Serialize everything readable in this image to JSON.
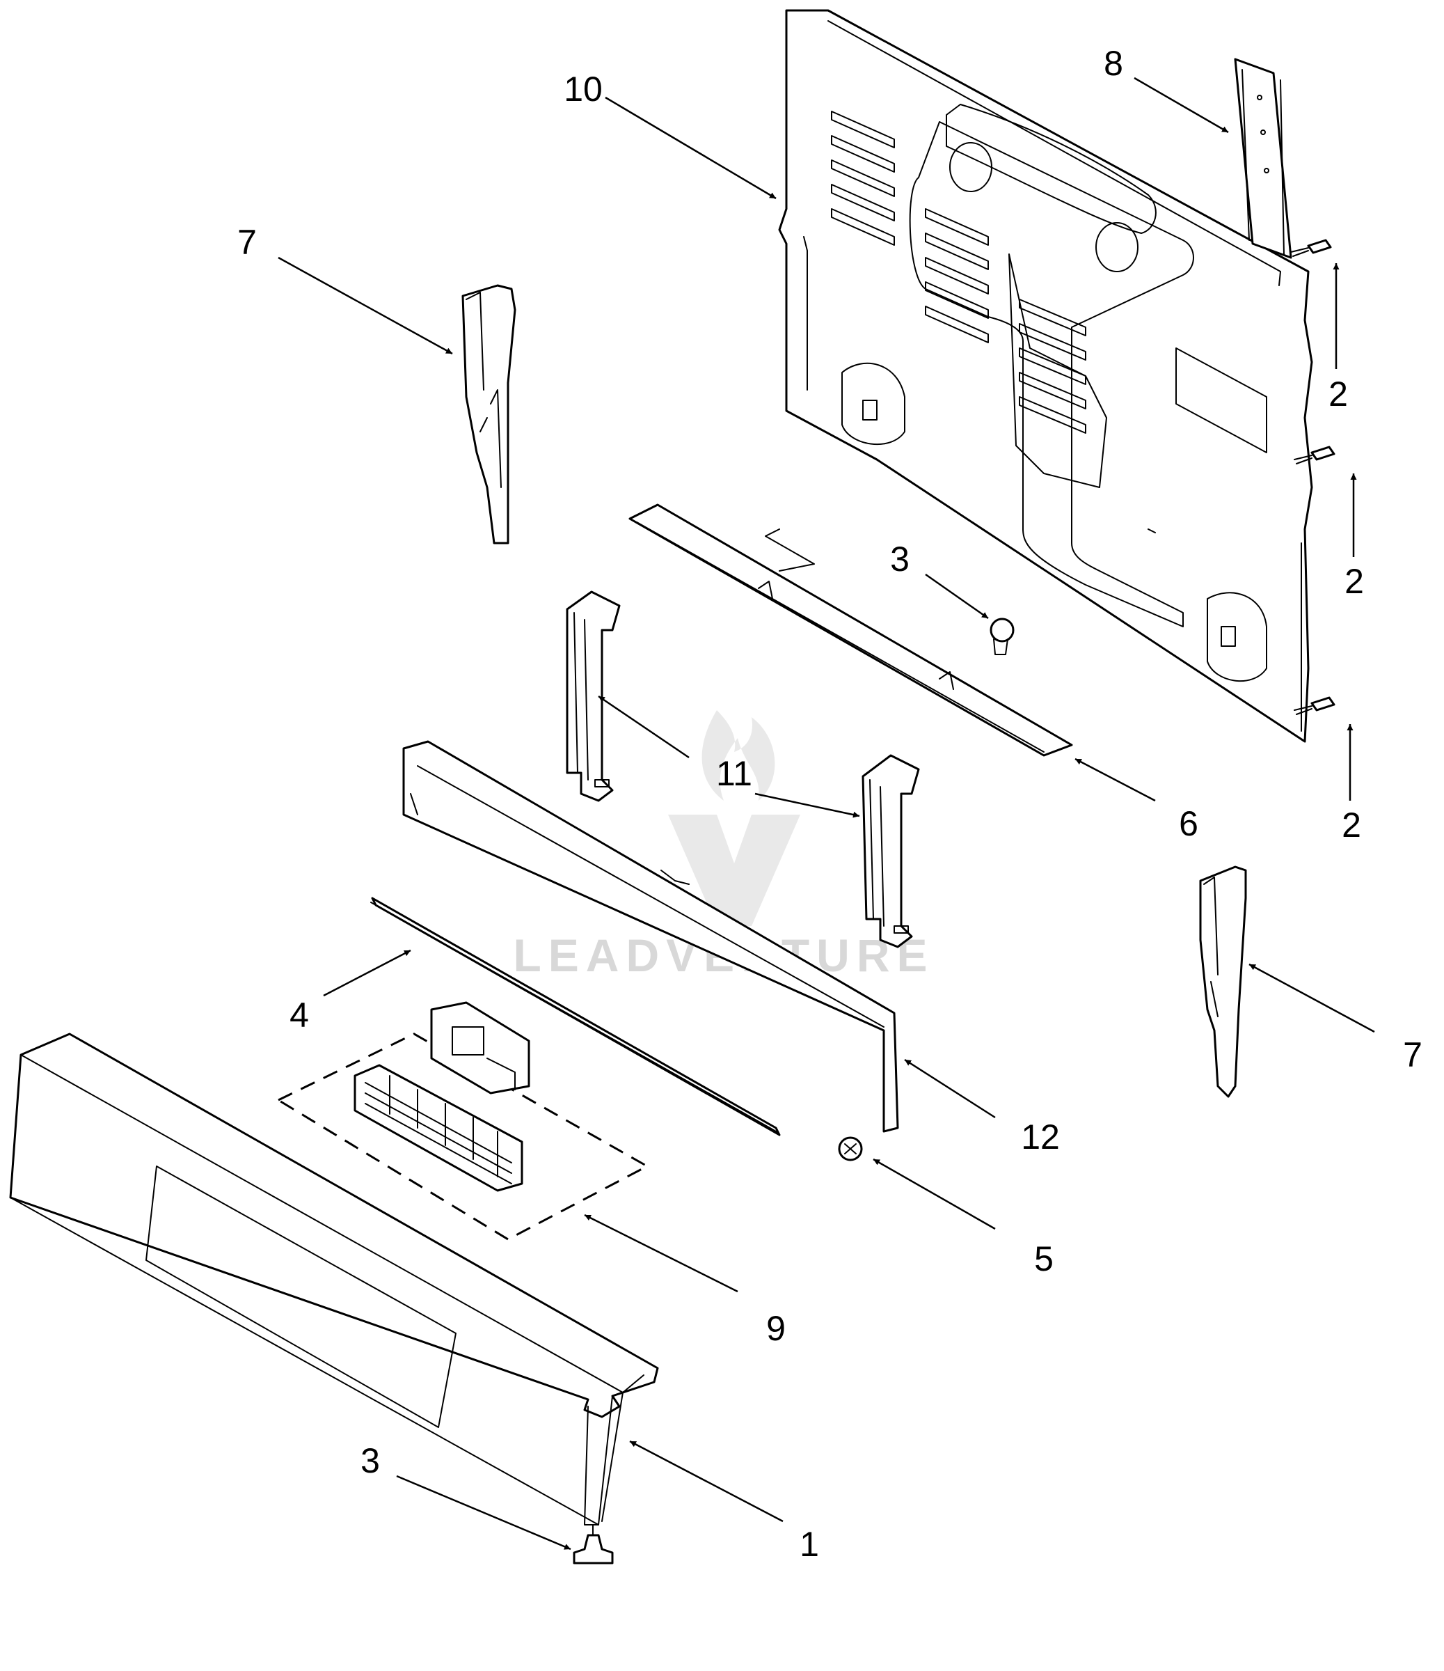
{
  "watermark": {
    "text": "LEADVENTURE"
  },
  "callouts": [
    {
      "id": "c10",
      "label": "10"
    },
    {
      "id": "c8",
      "label": "8"
    },
    {
      "id": "c7a",
      "label": "7"
    },
    {
      "id": "c2a",
      "label": "2"
    },
    {
      "id": "c2b",
      "label": "2"
    },
    {
      "id": "c2c",
      "label": "2"
    },
    {
      "id": "c3a",
      "label": "3"
    },
    {
      "id": "c11",
      "label": "11"
    },
    {
      "id": "c6",
      "label": "6"
    },
    {
      "id": "c7b",
      "label": "7"
    },
    {
      "id": "c4",
      "label": "4"
    },
    {
      "id": "c12",
      "label": "12"
    },
    {
      "id": "c5",
      "label": "5"
    },
    {
      "id": "c9",
      "label": "9"
    },
    {
      "id": "c3b",
      "label": "3"
    },
    {
      "id": "c1",
      "label": "1"
    }
  ]
}
